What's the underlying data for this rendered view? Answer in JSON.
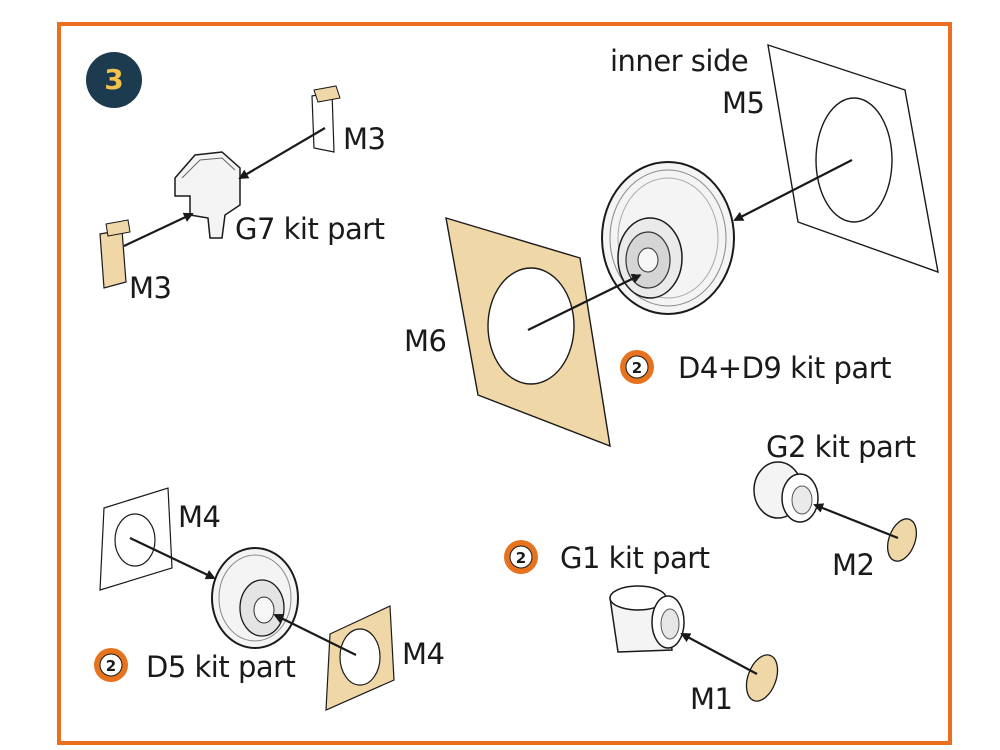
{
  "step_number": "3",
  "labels": {
    "inner_side": "inner side",
    "m5": "M5",
    "m3_top": "M3",
    "m3_bottom": "M3",
    "g7": "G7 kit part",
    "m6": "M6",
    "d4_d9": "D4+D9 kit part",
    "g2": "G2 kit part",
    "m2": "M2",
    "g1": "G1 kit part",
    "m1": "M1",
    "m4_top": "M4",
    "m4_right": "M4",
    "d5": "D5 kit part"
  },
  "badge_glyph": "2",
  "colors": {
    "frame": "#ec6e1f",
    "step_circle": "#1d3b4f",
    "step_text": "#f2c14e",
    "photoetch_tan": "#f0d7a8",
    "badge_orange": "#e8731e",
    "line": "#1a1a1a"
  }
}
